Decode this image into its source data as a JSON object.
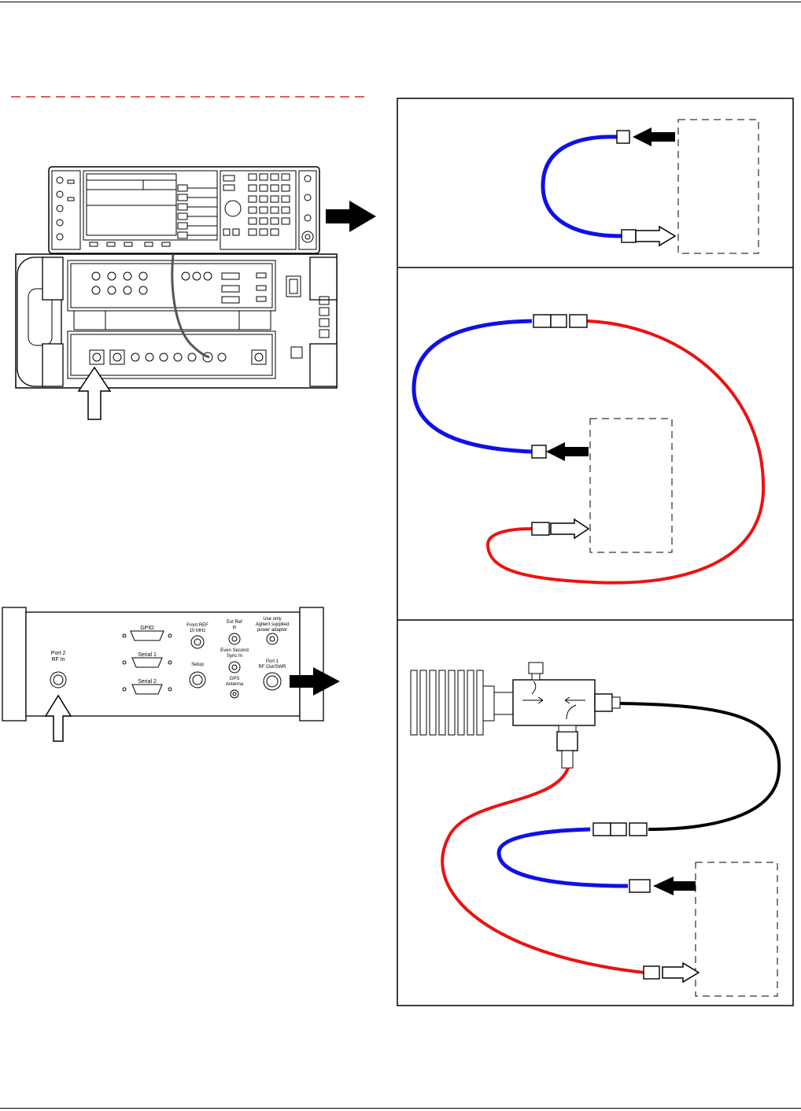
{
  "page": {
    "title": "",
    "colors": {
      "blue_cable": "#1010e8",
      "red_cable": "#ee1111",
      "black_cable": "#000000",
      "rule_red": "#c00000"
    }
  },
  "back_panel": {
    "labels": {
      "gpio": "GPIO",
      "serial1": "Serial 1",
      "serial2": "Serial 2",
      "port2": "Port 2",
      "rf_in": "RF In",
      "front_ref_line1": "Front REF",
      "front_ref_line2": "10 MHz",
      "setup": "Setup",
      "ext_ref_line1": "Ext Ref",
      "ext_ref_line2": "In",
      "even_sec_line1": "Even Second",
      "even_sec_line2": "Sync In",
      "gps_line1": "GPS",
      "gps_line2": "Antenna",
      "util_line1": "Use only",
      "util_line2": "Agilent supplied",
      "util_line3": "power adapter",
      "port1_line1": "Port 1",
      "port1_line2": "RF Out/SWR"
    }
  },
  "icons": [
    "arrow-right-icon",
    "arrow-up-icon",
    "arrow-left-icon",
    "connector-icon",
    "attenuator-icon",
    "coupler-icon"
  ]
}
